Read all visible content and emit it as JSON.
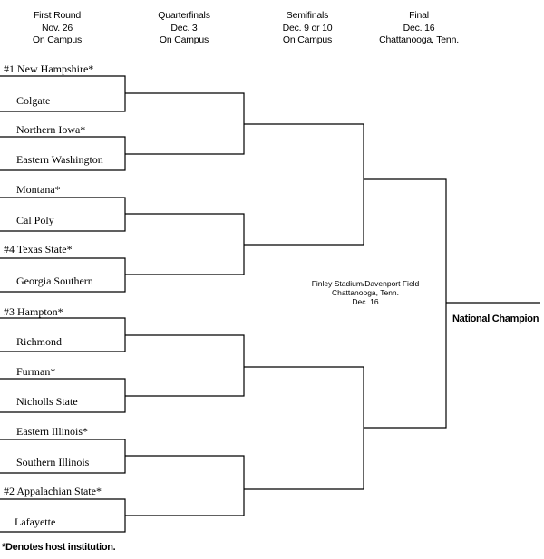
{
  "headers": [
    {
      "lines": [
        "First Round",
        "Nov. 26",
        "On Campus"
      ]
    },
    {
      "lines": [
        "Quarterfinals",
        "Dec. 3",
        "On Campus"
      ]
    },
    {
      "lines": [
        "Semifinals",
        "Dec. 9 or 10",
        "On Campus"
      ]
    },
    {
      "lines": [
        "Final",
        "Dec. 16",
        "Chattanooga, Tenn."
      ]
    }
  ],
  "teams": [
    "#1 New Hampshire*",
    "Colgate",
    "Northern Iowa*",
    "Eastern Washington",
    "Montana*",
    "Cal Poly",
    "#4 Texas State*",
    "Georgia Southern",
    "#3 Hampton*",
    "Richmond",
    "Furman*",
    "Nicholls State",
    "Eastern Illinois*",
    "Southern Illinois",
    "#2 Appalachian State*",
    "Lafayette"
  ],
  "venue": [
    "Finley Stadium/Davenport Field",
    "Chattanooga, Tenn.",
    "Dec. 16"
  ],
  "champion_label": "National Champion",
  "footnote": "*Denotes host institution."
}
